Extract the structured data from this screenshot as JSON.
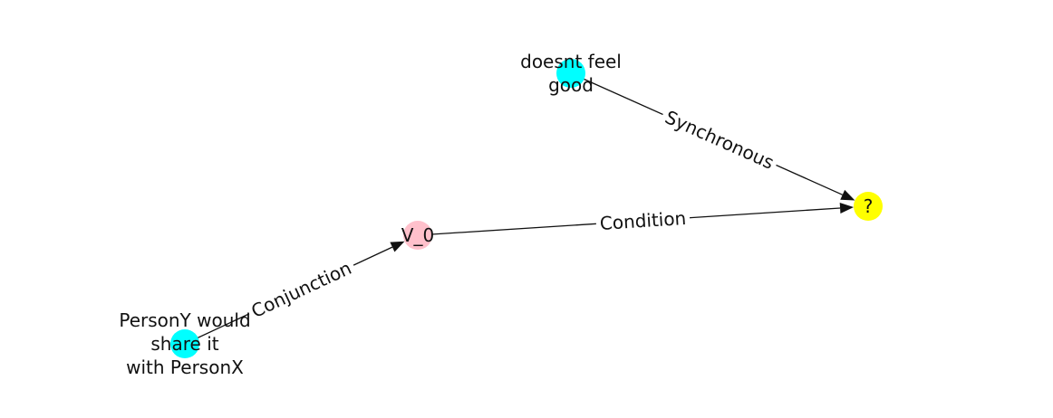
{
  "graph": {
    "nodes": [
      {
        "id": "n1",
        "label_lines": [
          "doesnt feel",
          "good"
        ],
        "color": "#00ffff"
      },
      {
        "id": "n2",
        "label_lines": [
          "?"
        ],
        "color": "#ffff00"
      },
      {
        "id": "n3",
        "label_lines": [
          "V_0"
        ],
        "color": "#ffc0cb"
      },
      {
        "id": "n4",
        "label_lines": [
          "PersonY would",
          "share it",
          "with PersonX"
        ],
        "color": "#00ffff"
      }
    ],
    "edges": [
      {
        "from": "n1",
        "to": "n2",
        "label": "Synchronous"
      },
      {
        "from": "n3",
        "to": "n2",
        "label": "Condition"
      },
      {
        "from": "n4",
        "to": "n3",
        "label": "Conjunction"
      }
    ]
  }
}
